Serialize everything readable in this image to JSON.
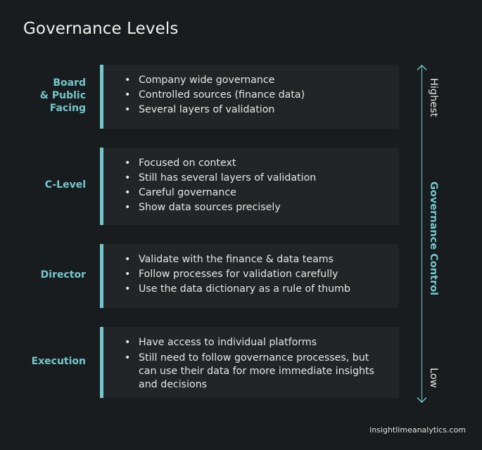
{
  "title": "Governance Levels",
  "levels": [
    {
      "label_lines": [
        "Board",
        "& Public",
        "Facing"
      ],
      "bullets": [
        "Company wide governance",
        "Controlled sources (finance data)",
        "Several layers of validation"
      ]
    },
    {
      "label_lines": [
        "C-Level"
      ],
      "bullets": [
        "Focused on context",
        "Still has several layers of validation",
        "Careful governance",
        "Show data sources precisely"
      ]
    },
    {
      "label_lines": [
        "Director"
      ],
      "bullets": [
        "Validate with the finance & data teams",
        "Follow processes for validation carefully",
        "Use the data dictionary as a rule of thumb"
      ]
    },
    {
      "label_lines": [
        "Execution"
      ],
      "bullets": [
        "Have access to individual platforms",
        "Still need to follow governance processes, but",
        "can use their data for more immediate insights",
        "and decisions"
      ]
    }
  ],
  "axis": {
    "title": "Governance Control",
    "top_label": "Highest",
    "bottom_label": "Low",
    "color": "#72c8cd"
  },
  "bullet_glyph": "•",
  "footer": "insightlimeanalytics.com"
}
